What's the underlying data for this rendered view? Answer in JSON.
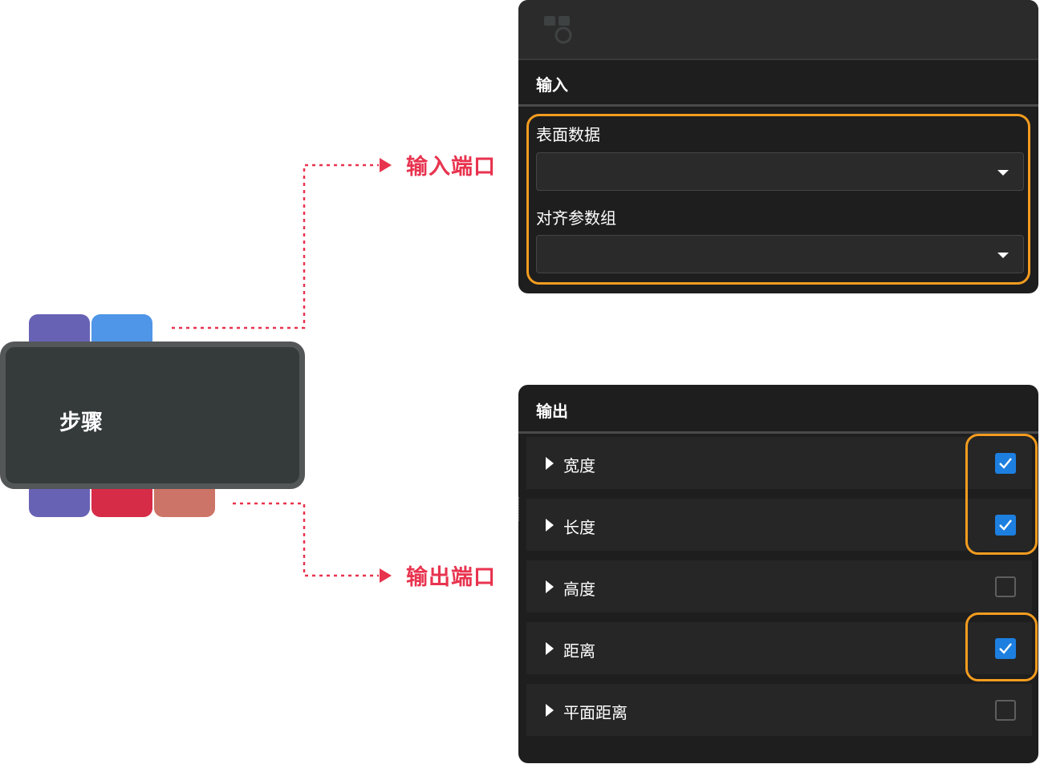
{
  "colors": {
    "port_input_1": "#6862b5",
    "port_input_2": "#4f95e8",
    "port_output_1": "#6862b5",
    "port_output_2": "#d72c47",
    "port_output_3": "#cc7467",
    "callout": "#e8334f",
    "highlight": "#f39c1f",
    "checkbox_on": "#1d7fe0"
  },
  "step_node": {
    "label": "步骤"
  },
  "callouts": {
    "input_ports": "输入端口",
    "output_ports": "输出端口"
  },
  "input_panel": {
    "header_text": "",
    "icon": "step-node-icon",
    "section_title": "输入",
    "fields": [
      {
        "label": "表面数据",
        "value": ""
      },
      {
        "label": "对齐参数组",
        "value": ""
      }
    ]
  },
  "output_panel": {
    "section_title": "输出",
    "rows": [
      {
        "label": "宽度",
        "checked": true
      },
      {
        "label": "长度",
        "checked": true
      },
      {
        "label": "高度",
        "checked": false
      },
      {
        "label": "距离",
        "checked": true
      },
      {
        "label": "平面距离",
        "checked": false
      }
    ]
  }
}
